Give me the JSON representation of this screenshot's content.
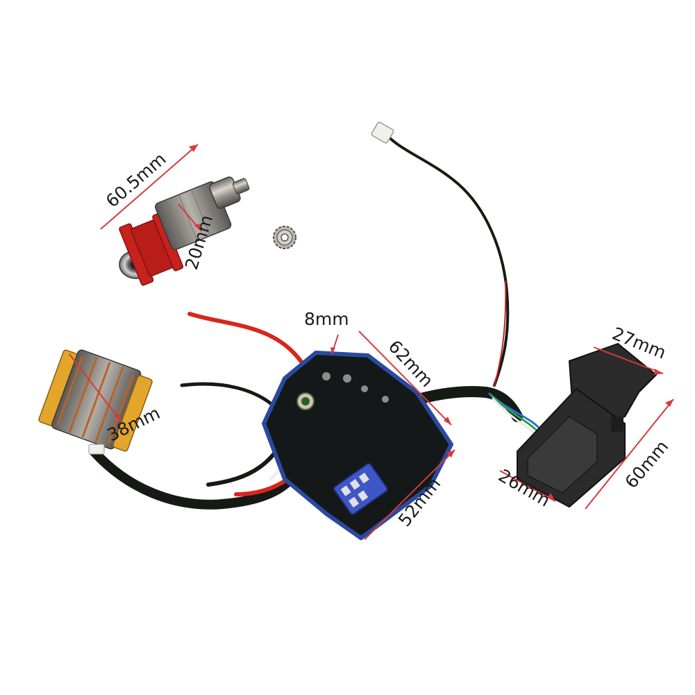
{
  "image": {
    "kind": "product-photo",
    "subject": "brushless motor kit with rotor, pinion gear, stator, controller board and trigger switch",
    "background": "#ffffff"
  },
  "colors": {
    "dimension_line": "#d63a3a",
    "wire_red": "#d8261c",
    "wire_black": "#161a14",
    "pcb": "#151818",
    "pcb_edge": "#2a4aa0",
    "rotor_red": "#c8221e",
    "stator_yellow": "#e3a52b",
    "copper": "#b4642a",
    "switch_body": "#2b2b2b"
  },
  "dimensions": {
    "rotor_length": "60.5mm",
    "rotor_diameter": "20mm",
    "stator_diameter": "38mm",
    "board_thickness": "8mm",
    "board_length": "62mm",
    "board_width": "52mm",
    "switch_width": "27mm",
    "switch_height": "60mm",
    "switch_depth": "26mm"
  }
}
